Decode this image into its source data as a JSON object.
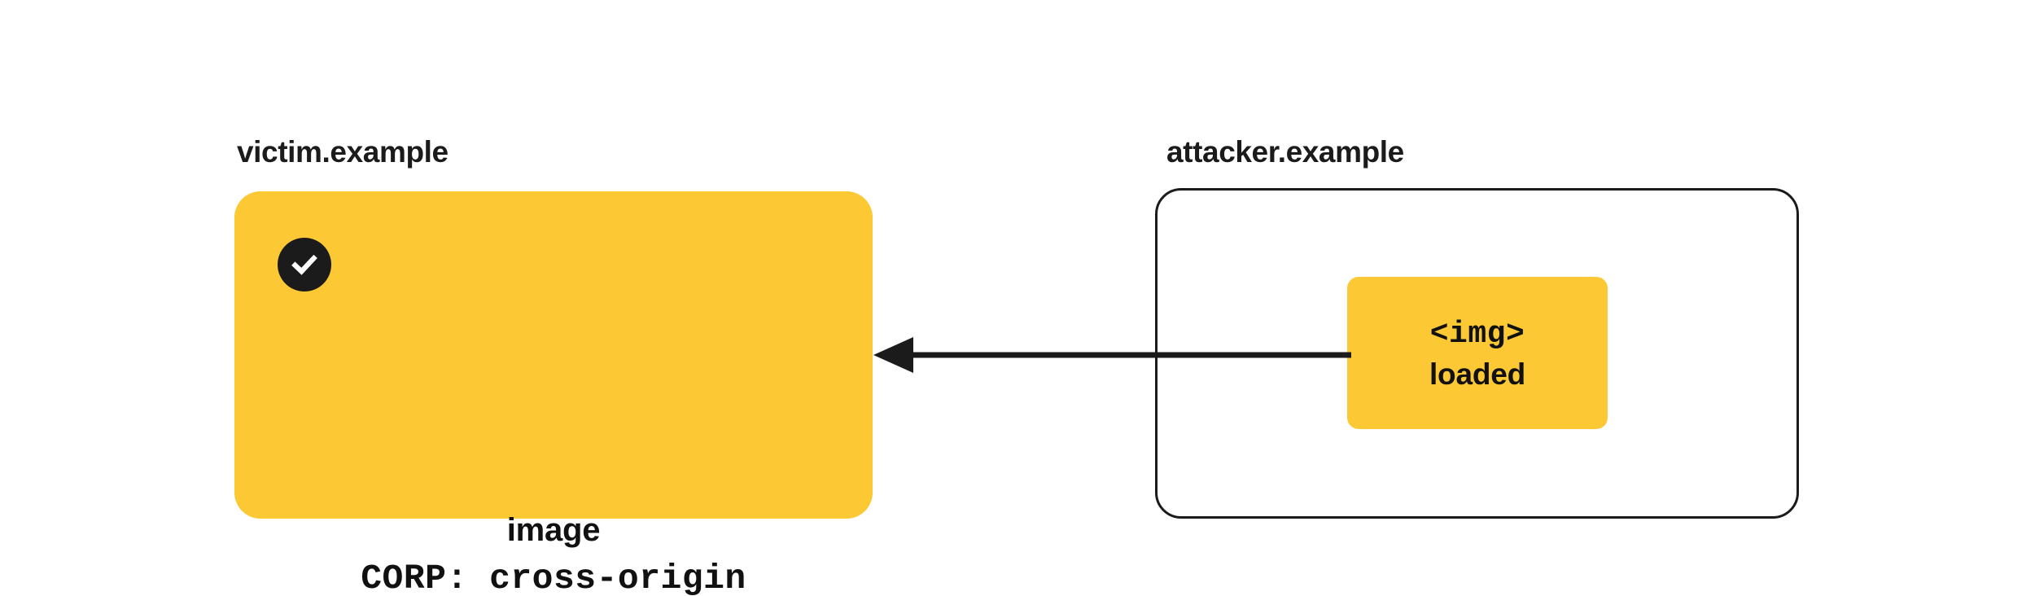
{
  "diagram": {
    "title_victim": "victim.example",
    "title_attacker": "attacker.example",
    "colors": {
      "resource_yellow": "#fcc935",
      "ink": "#1b1b1b",
      "page_background": "#ffffff"
    }
  },
  "victim": {
    "label": "victim.example",
    "badge_icon": "check-circle-icon",
    "resource": {
      "name": "image",
      "header": "CORP: cross-origin"
    }
  },
  "attacker": {
    "label": "attacker.example",
    "element": {
      "tag": "<img>",
      "state": "loaded"
    }
  },
  "arrow": {
    "icon": "arrow-left-icon",
    "direction": "attacker-to-victim",
    "label": ""
  }
}
